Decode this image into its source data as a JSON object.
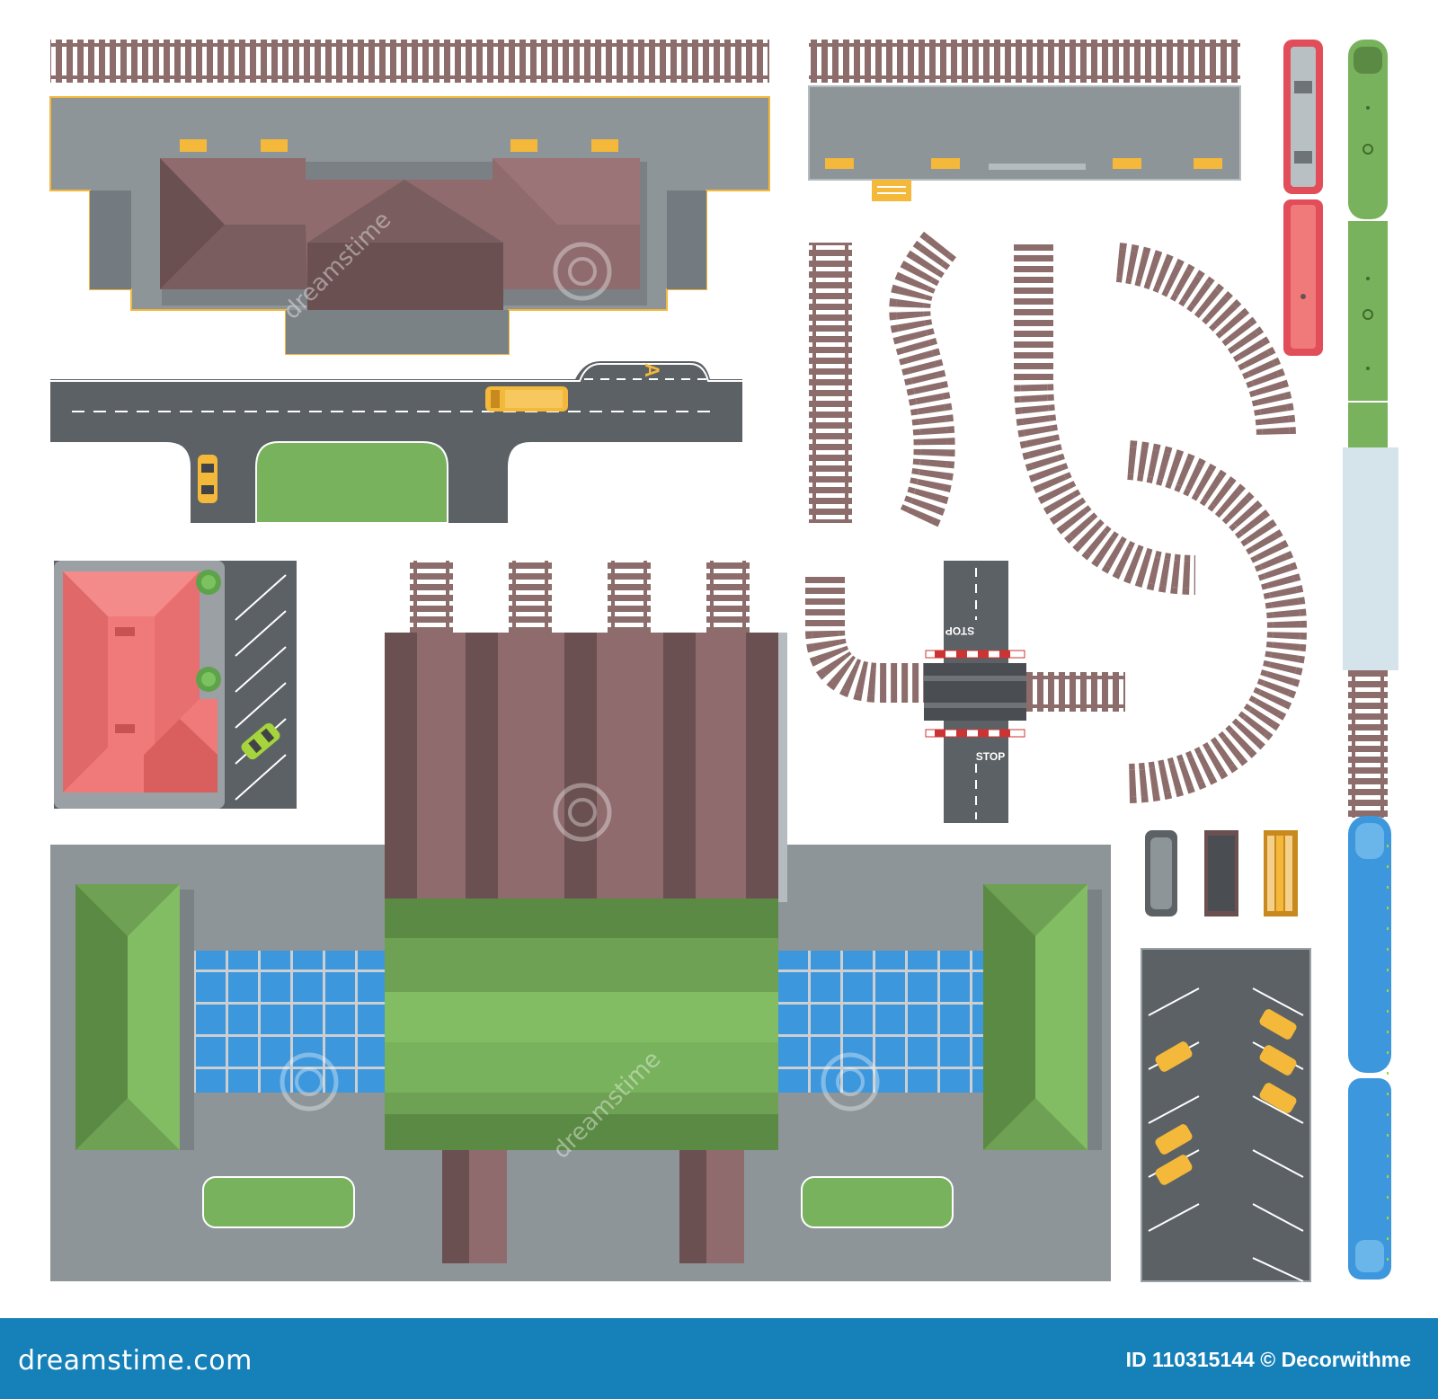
{
  "road_signs": {
    "lane_letter": "A",
    "stop_top": "STOP",
    "stop_bottom": "STOP"
  },
  "watermark": {
    "text": "dreamstime"
  },
  "footer": {
    "logo_text": "dreamstime.com",
    "image_id_label": "ID 110315144 © Decorwithme"
  },
  "colors": {
    "background": "#ffffff",
    "footer_bar": "#1680b8",
    "asphalt": "#5c6166",
    "plaza": "#8e9599",
    "roof_brown": "#8f6b6d",
    "roof_brown_dark": "#6b5052",
    "grass": "#78b25c",
    "roof_green": "#6ea153",
    "glass_blue": "#3d97dd",
    "rail_tie": "#8c6d6b",
    "roof_red": "#f07a7a",
    "taxi_yellow": "#f4b83a"
  }
}
